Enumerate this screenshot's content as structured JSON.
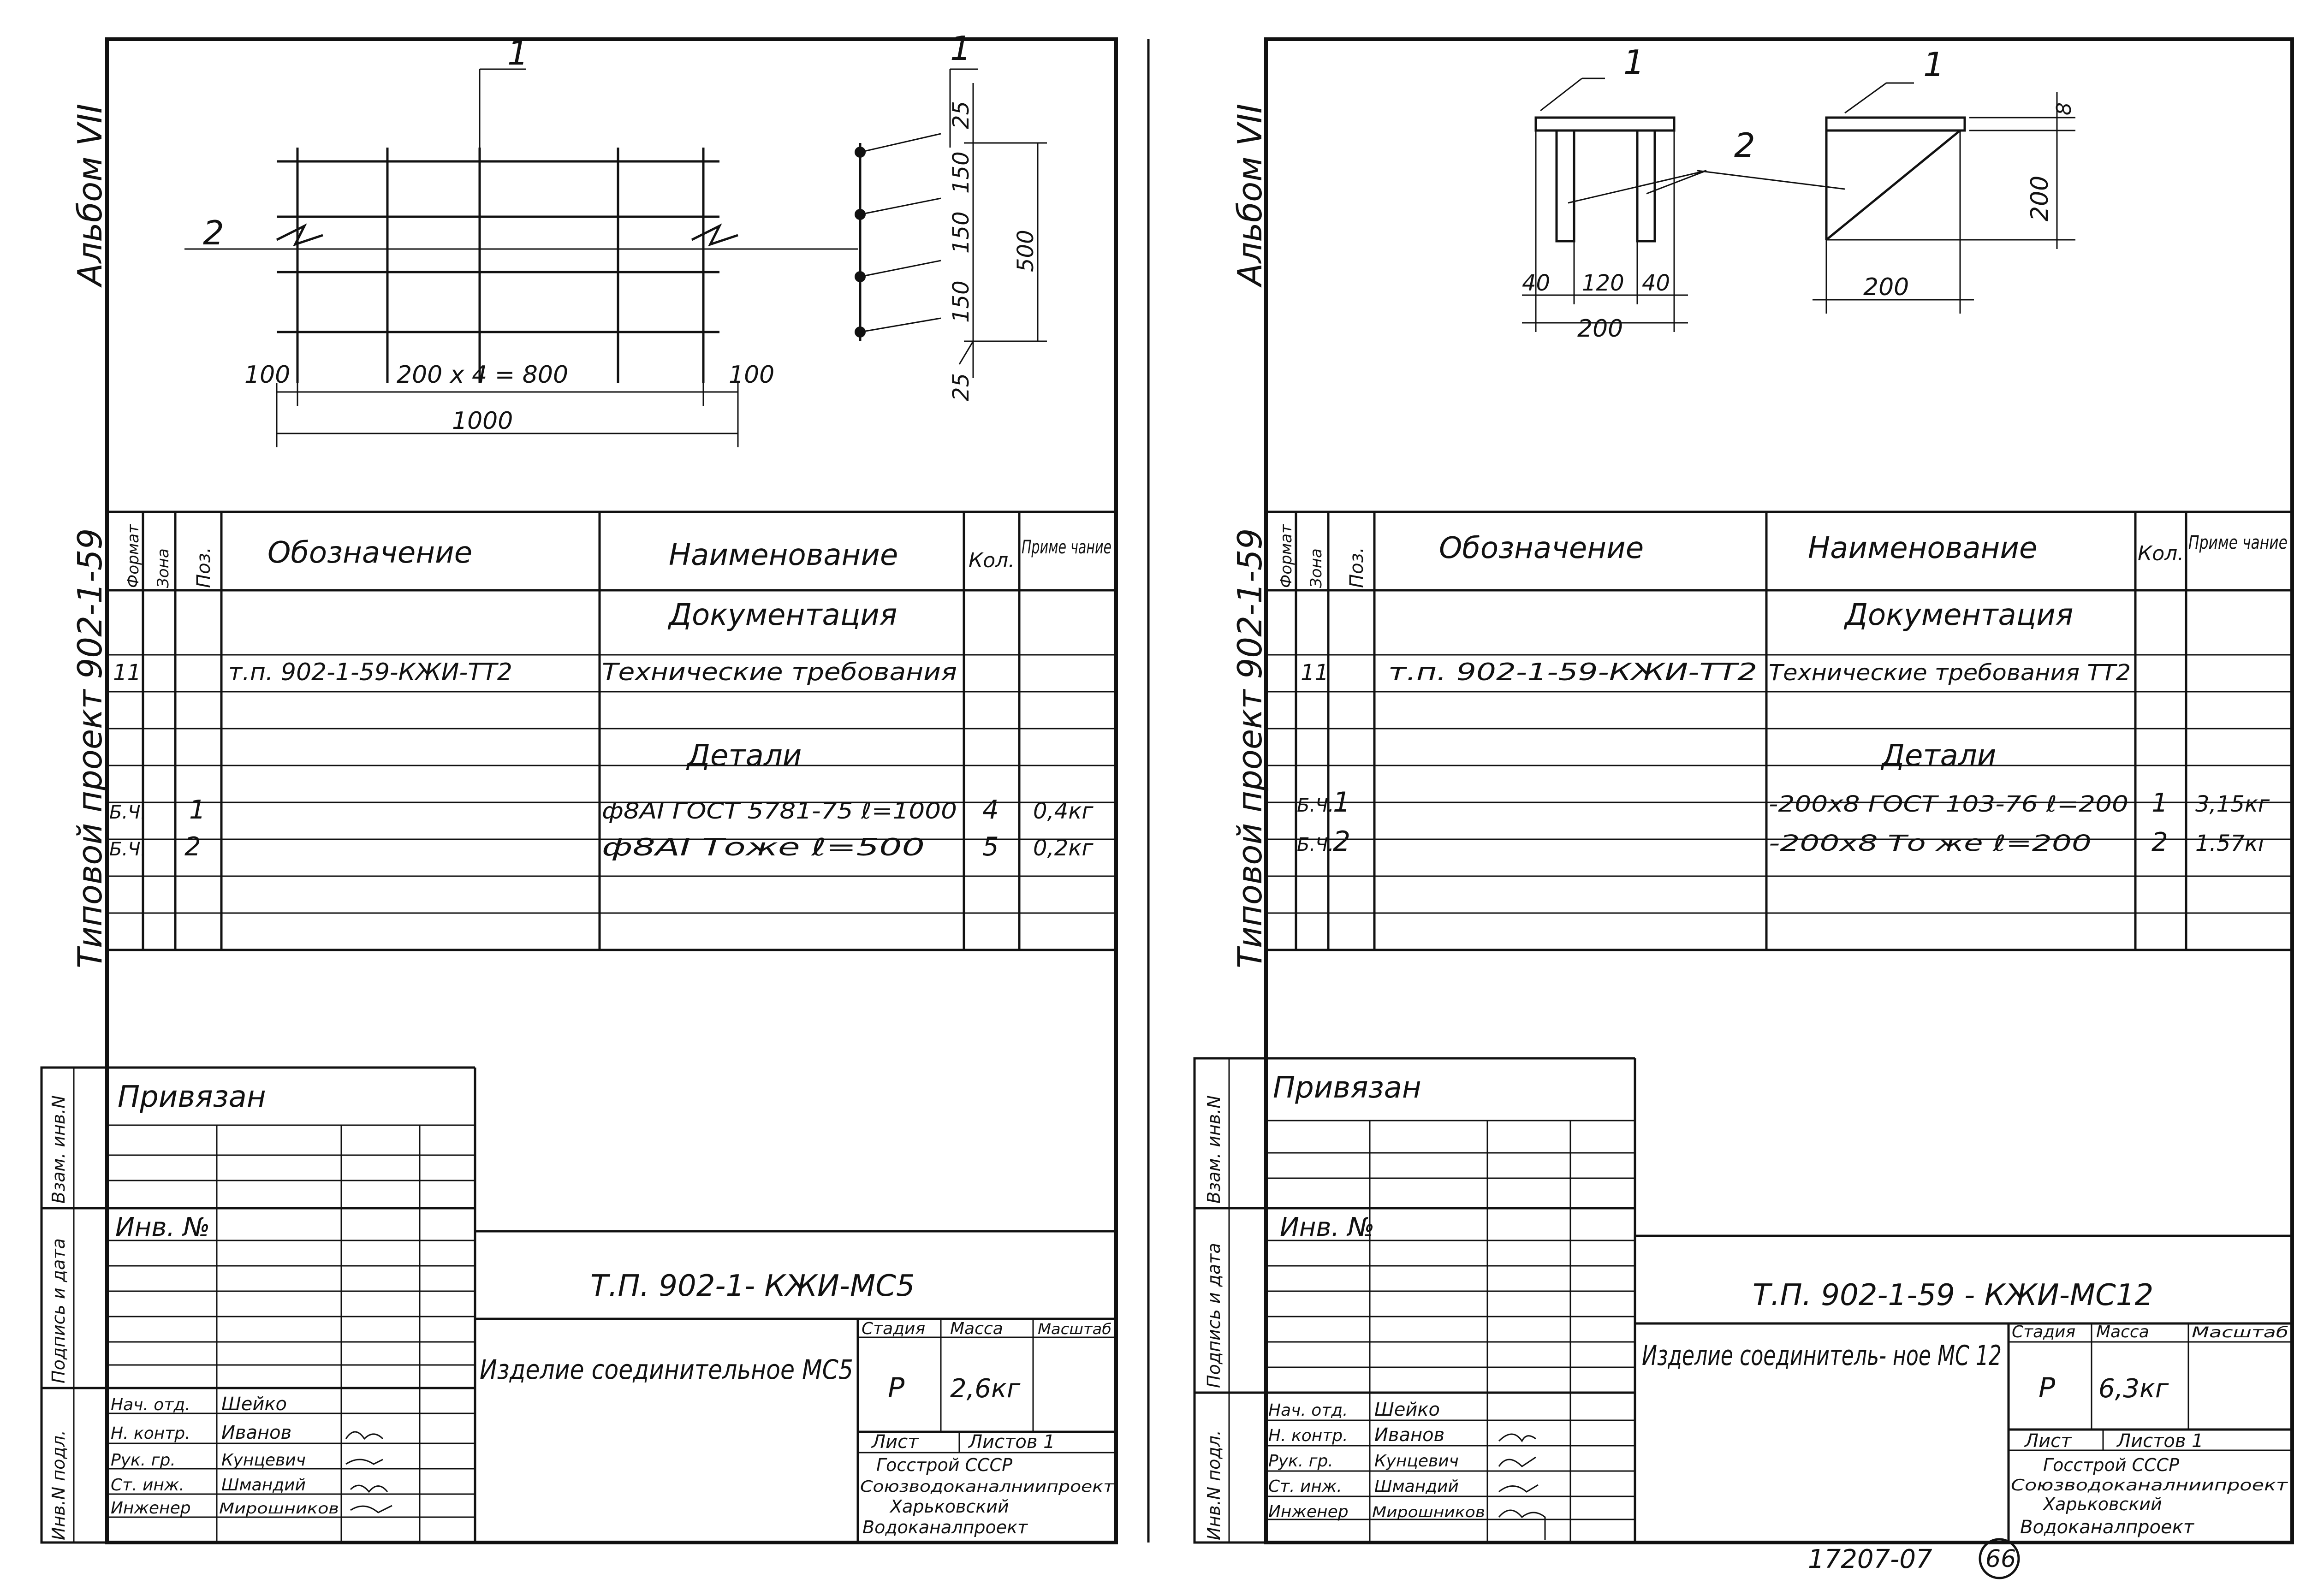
{
  "left_sheet": {
    "side_label_album": "Альбом VII",
    "side_label_project": "Типовой проект 902-1-59",
    "drawing": {
      "pos1_a": "1",
      "pos1_b": "1",
      "pos2": "2",
      "dim_100_left": "100",
      "dim_spacing": "200 х 4 = 800",
      "dim_100_right": "100",
      "dim_1000": "1000",
      "dim_25_top": "25",
      "dim_150_a": "150",
      "dim_150_b": "150",
      "dim_150_c": "150",
      "dim_500": "500",
      "dim_25_bottom": "25"
    },
    "spec": {
      "headers": {
        "format": "Формат",
        "zone": "Зона",
        "pos": "Поз.",
        "designation": "Обозначение",
        "name": "Наименование",
        "qty": "Кол.",
        "note": "Приме чание"
      },
      "section_docs": "Документация",
      "doc_row": {
        "format": "11",
        "designation": "т.п. 902-1-59-КЖИ-ТТ2",
        "name": "Технические требования"
      },
      "section_parts": "Детали",
      "rows": [
        {
          "format": "Б.Ч.",
          "pos": "1",
          "name": "ф8АI ГОСТ 5781-75 ℓ=1000",
          "qty": "4",
          "note": "0,4кг"
        },
        {
          "format": "Б.Ч.",
          "pos": "2",
          "name": "ф8АI  Тоже  ℓ=500",
          "qty": "5",
          "note": "0,2кг"
        }
      ]
    },
    "stamp": {
      "privyazan": "Привязан",
      "inv_no": "Инв. №",
      "side_cols": [
        "Инв.N подл.",
        "Подпись и дата",
        "Взам. инв.N"
      ],
      "doc_code": "Т.П. 902-1-  КЖИ-МС5",
      "title": "Изделие соединительное МС5",
      "stage_h": "Стадия",
      "mass_h": "Масса",
      "scale_h": "Масштаб",
      "stage": "Р",
      "mass": "2,6кг",
      "sheet": "Лист",
      "sheets": "Листов 1",
      "org": [
        "Госстрой СССР",
        "Союзводоканалниипроект",
        "Харьковский",
        "Водоканалпроект"
      ],
      "people": [
        {
          "role": "Нач. отд.",
          "name": "Шейко"
        },
        {
          "role": "Н. контр.",
          "name": "Иванов"
        },
        {
          "role": "Рук. гр.",
          "name": "Кунцевич"
        },
        {
          "role": "Ст. инж.",
          "name": "Шмандий"
        },
        {
          "role": "Инженер",
          "name": "Мирошников"
        }
      ]
    }
  },
  "right_sheet": {
    "side_label_album": "Альбом VII",
    "side_label_project": "Типовой проект 902-1-59",
    "drawing": {
      "pos1_a": "1",
      "pos1_b": "1",
      "pos2": "2",
      "dim_8": "8",
      "dim_200_v": "200",
      "dim_40_l": "40",
      "dim_120": "120",
      "dim_40_r": "40",
      "dim_200_w": "200",
      "dim_200_side": "200"
    },
    "spec": {
      "headers": {
        "format": "Формат",
        "zone": "Зона",
        "pos": "Поз.",
        "designation": "Обозначение",
        "name": "Наименование",
        "qty": "Кол.",
        "note": "Приме чание"
      },
      "section_docs": "Документация",
      "doc_row": {
        "format": "11",
        "designation": "т.п. 902-1-59-КЖИ-ТТ2",
        "name": "Технические требования ТТ2"
      },
      "section_parts": "Детали",
      "rows": [
        {
          "format": "Б.Ч.",
          "pos": "1",
          "name": "-200х8 ГОСТ 103-76 ℓ=200",
          "qty": "1",
          "note": "3,15кг"
        },
        {
          "format": "Б.Ч.",
          "pos": "2",
          "name": "-200х8 То же  ℓ=200",
          "qty": "2",
          "note": "1.57кг"
        }
      ]
    },
    "stamp": {
      "privyazan": "Привязан",
      "inv_no": "Инв. №",
      "side_cols": [
        "Инв.N подл.",
        "Подпись и дата",
        "Взам. инв.N"
      ],
      "doc_code": "Т.П. 902-1-59 - КЖИ-МС12",
      "title": "Изделие соединитель- ное МС 12",
      "stage_h": "Стадия",
      "mass_h": "Масса",
      "scale_h": "Масштаб",
      "stage": "Р",
      "mass": "6,3кг",
      "sheet": "Лист",
      "sheets": "Листов 1",
      "org": [
        "Госстрой СССР",
        "Союзводоканалниипроект",
        "Харьковский",
        "Водоканалпроект"
      ],
      "people": [
        {
          "role": "Нач. отд.",
          "name": "Шейко"
        },
        {
          "role": "Н. контр.",
          "name": "Иванов"
        },
        {
          "role": "Рук. гр.",
          "name": "Кунцевич"
        },
        {
          "role": "Ст. инж.",
          "name": "Шмандий"
        },
        {
          "role": "Инженер",
          "name": "Мирошников"
        }
      ]
    }
  },
  "footer": {
    "archive_no": "17207-07",
    "page_no": "66"
  }
}
